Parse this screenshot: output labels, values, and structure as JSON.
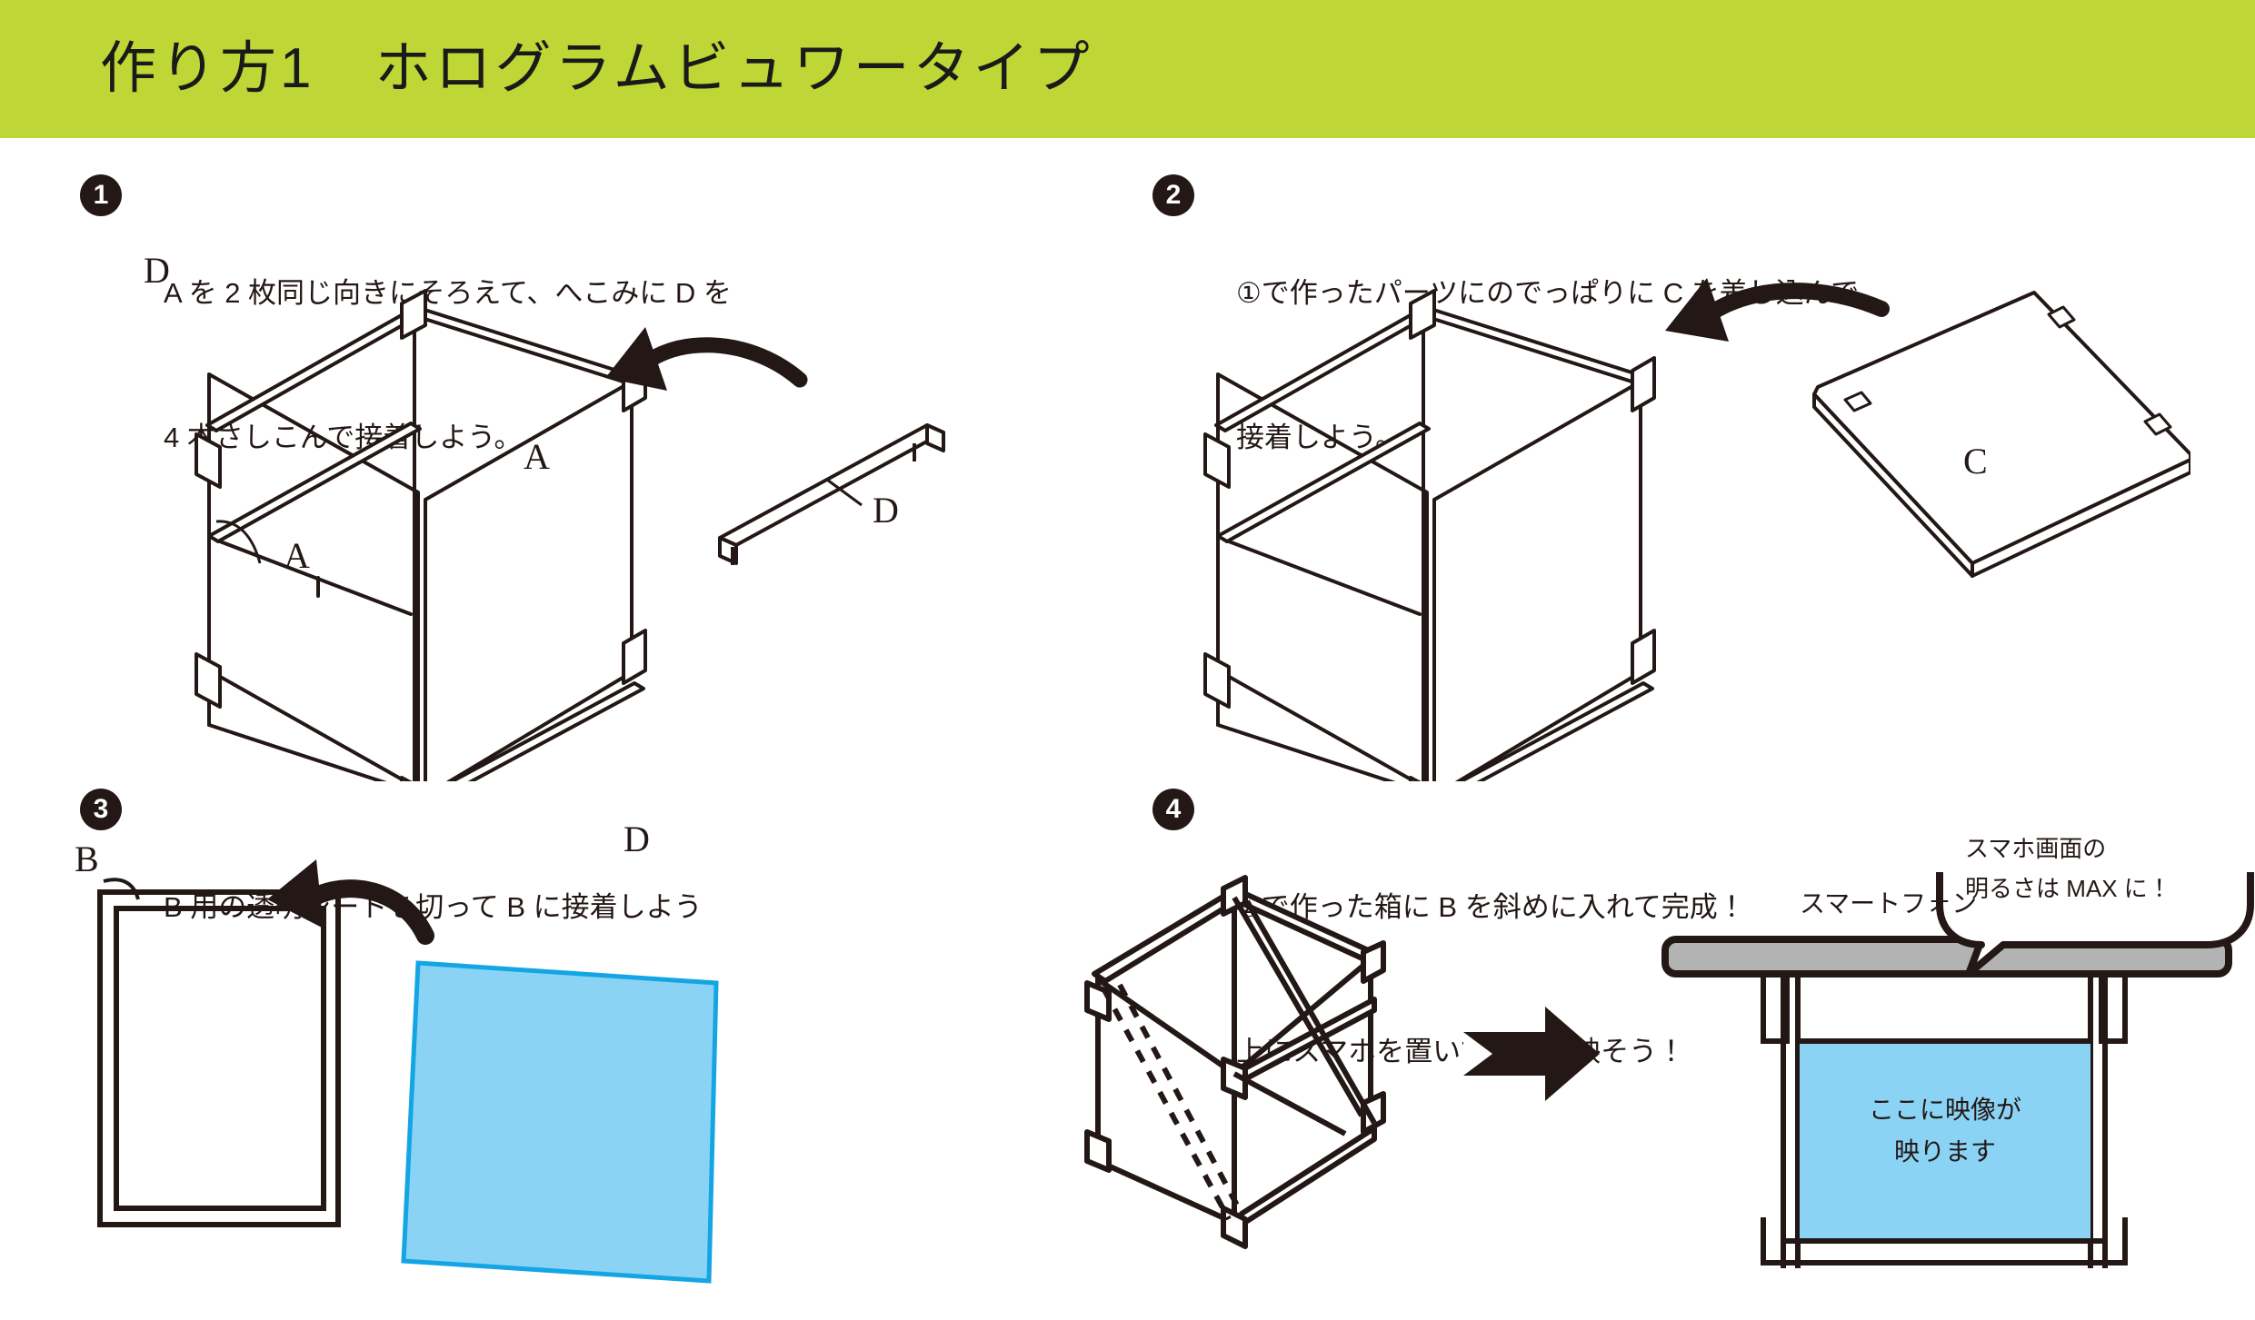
{
  "title": {
    "text": "作り方1　ホログラムビュワータイプ",
    "banner_color": "#bfd736"
  },
  "colors": {
    "ink": "#231815",
    "banner_green": "#bfd736",
    "sheet_blue": "#8bd3f5",
    "sheet_blue_outline": "#13a5e4",
    "screen_blue": "#8bd3f5",
    "phone_gray": "#b3b3b3"
  },
  "steps": [
    {
      "number": "1",
      "lines": [
        "A を 2 枚同じ向きにそろえて、へこみに D を",
        "4 本さしこんで接着しよう。"
      ]
    },
    {
      "number": "2",
      "lines": [
        "①で作ったパーツにのでっぱりに C を差し込んで",
        "接着しよう。"
      ]
    },
    {
      "number": "3",
      "lines": [
        "B 用の透明シートを切って B に接着しよう"
      ]
    },
    {
      "number": "4",
      "lines": [
        "②で作った箱に B を斜めに入れて完成！",
        "上にスマホを置いて映像を映そう！"
      ]
    }
  ],
  "figure1": {
    "label_d_top": "D",
    "label_a_right": "A",
    "label_a_left": "A",
    "label_d_bottom": "D",
    "label_d_stick": "D"
  },
  "figure2": {
    "label_c": "C"
  },
  "figure3": {
    "label_b": "B"
  },
  "figure4": {
    "phone_caption": "スマートフォン",
    "screen_line1": "ここに映像が",
    "screen_line2": "映ります",
    "bubble_line1": "スマホ画面の",
    "bubble_line2": "明るさは MAX に！"
  }
}
